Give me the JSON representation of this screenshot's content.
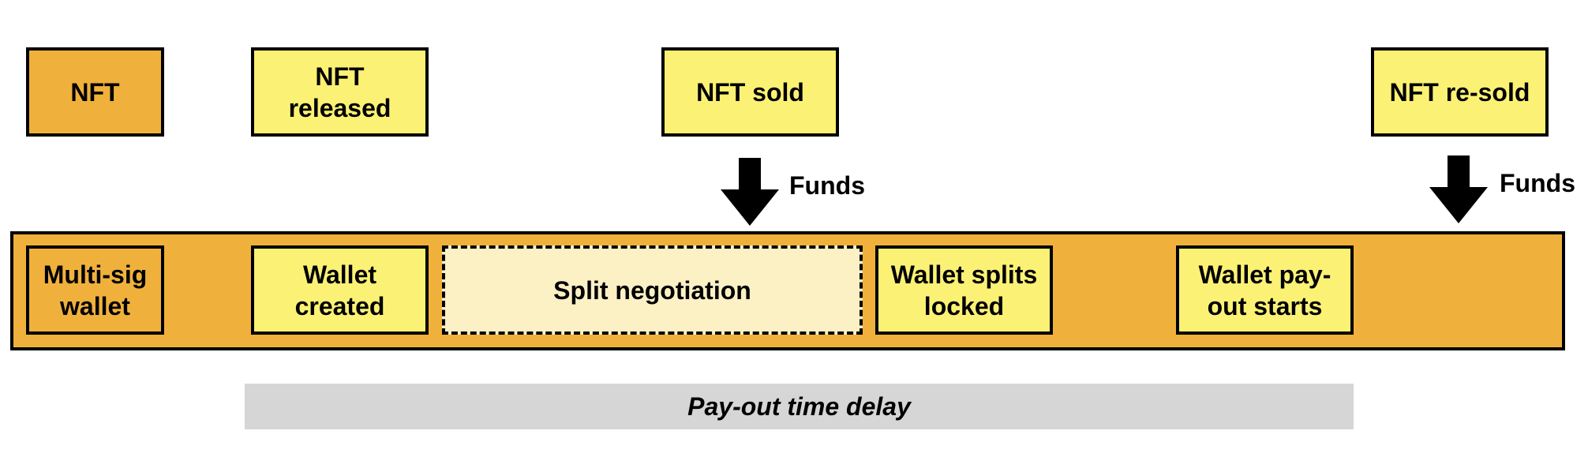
{
  "top_row": {
    "nft": "NFT",
    "nft_released": "NFT\nreleased",
    "nft_sold": "NFT sold",
    "nft_resold": "NFT re-sold"
  },
  "arrows": {
    "funds_1": "Funds",
    "funds_2": "Funds"
  },
  "wallet_band": {
    "multisig_wallet": "Multi-sig\nwallet",
    "wallet_created": "Wallet\ncreated",
    "split_negotiation": "Split negotiation",
    "wallet_splits_locked": "Wallet splits\nlocked",
    "wallet_payout_starts": "Wallet pay-\nout starts"
  },
  "delay_bar": {
    "label": "Pay-out time delay"
  },
  "colors": {
    "orange": "#f0b13c",
    "yellow": "#fbf174",
    "pale_yellow": "#fcf0c5",
    "gray": "#d6d6d6"
  }
}
